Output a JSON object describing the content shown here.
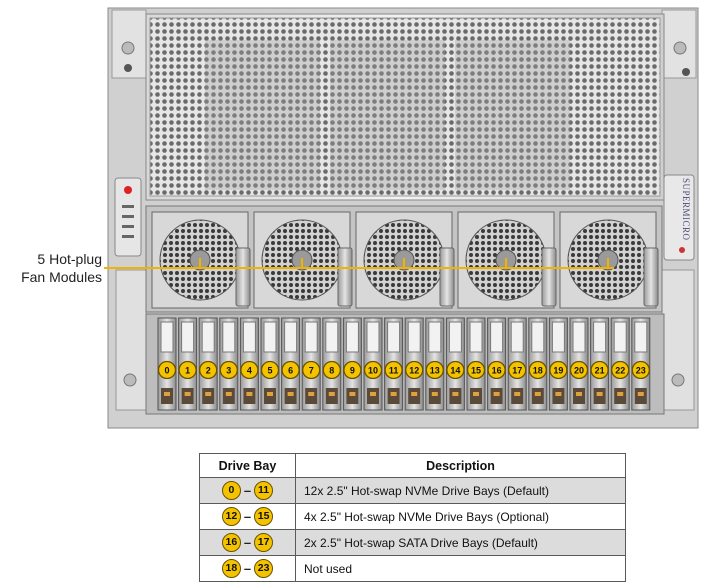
{
  "brand_text": "SUPERMICRO",
  "callout": {
    "line1": "5 Hot-plug",
    "line2": "Fan Modules"
  },
  "drive_bays": [
    "0",
    "1",
    "2",
    "3",
    "4",
    "5",
    "6",
    "7",
    "8",
    "9",
    "10",
    "11",
    "12",
    "13",
    "14",
    "15",
    "16",
    "17",
    "18",
    "19",
    "20",
    "21",
    "22",
    "23"
  ],
  "table": {
    "headers": {
      "bay": "Drive Bay",
      "description": "Description"
    },
    "rows": [
      {
        "from": "0",
        "to": "11",
        "description": "12x 2.5\" Hot-swap NVMe Drive Bays (Default)"
      },
      {
        "from": "12",
        "to": "15",
        "description": "4x 2.5\" Hot-swap NVMe Drive  Bays (Optional)"
      },
      {
        "from": "16",
        "to": "17",
        "description": "2x 2.5\" Hot-swap SATA Drive  Bays (Default)"
      },
      {
        "from": "18",
        "to": "23",
        "description": "Not used"
      }
    ]
  },
  "colors": {
    "badge": "#f4c300",
    "callout_line": "#f0b400",
    "chassis": "#c8c8c8"
  }
}
